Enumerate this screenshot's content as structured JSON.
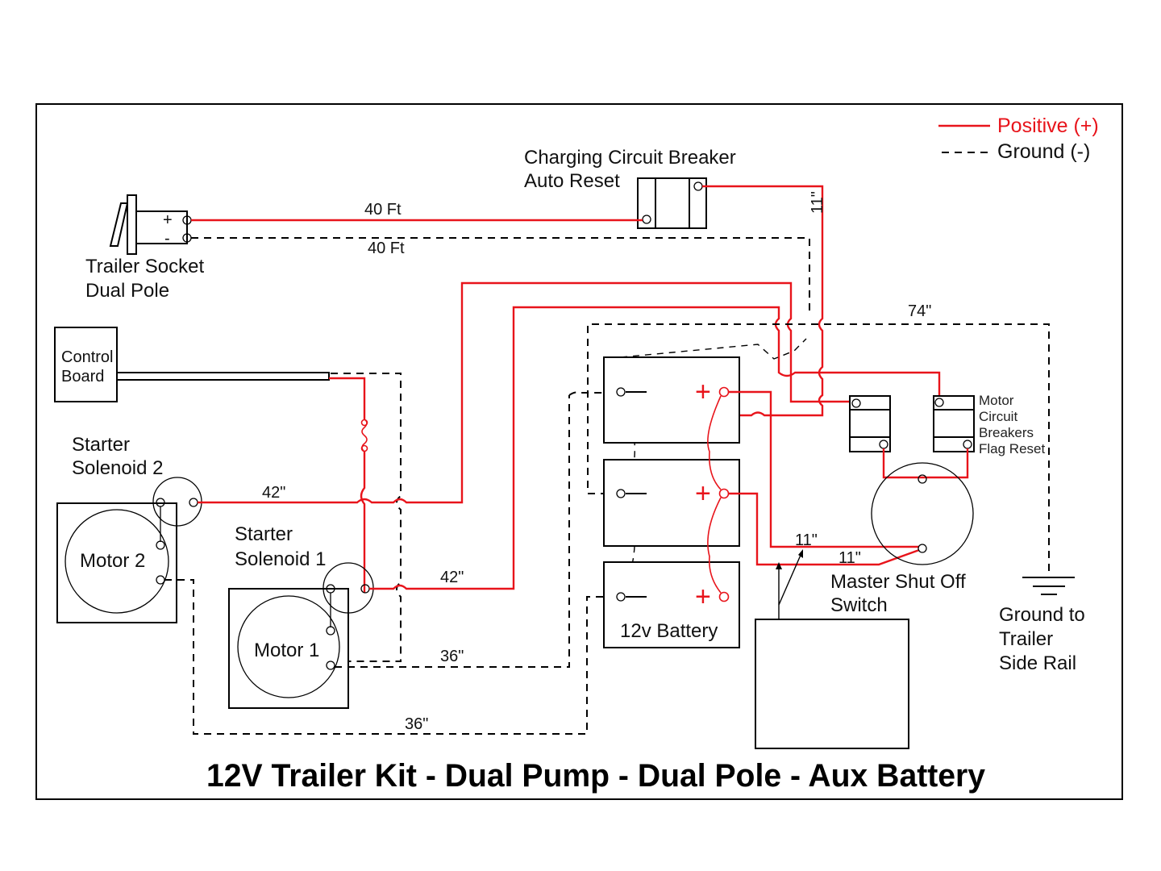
{
  "title": "12V Trailer Kit - Dual Pump - Dual Pole - Aux Battery",
  "legend": {
    "positive_label": "Positive (+)",
    "ground_label": "Ground (-)",
    "positive_color": "#e8141b",
    "ground_color": "#000000"
  },
  "components": {
    "trailer_socket": {
      "line1": "Trailer Socket",
      "line2": "Dual Pole",
      "plus": "+",
      "minus": "-"
    },
    "charging_breaker": {
      "line1": "Charging Circuit Breaker",
      "line2": "Auto Reset"
    },
    "control_board": {
      "line1": "Control",
      "line2": "Board"
    },
    "starter_solenoid_2": {
      "line1": "Starter",
      "line2": "Solenoid 2"
    },
    "starter_solenoid_1": {
      "line1": "Starter",
      "line2": "Solenoid 1"
    },
    "motor_2": {
      "label": "Motor 2"
    },
    "motor_1": {
      "label": "Motor 1"
    },
    "battery": {
      "label": "12v Battery",
      "count": 3,
      "plus": "+"
    },
    "motor_breakers": {
      "line1": "Motor",
      "line2": "Circuit",
      "line3": "Breakers",
      "line4": "Flag Reset"
    },
    "master_switch": {
      "line1": "Master Shut Off",
      "line2": "Switch"
    },
    "ground_rail": {
      "line1": "Ground to",
      "line2": "Trailer",
      "line3": "Side Rail"
    }
  },
  "wire_lengths": {
    "socket_positive": "40 Ft",
    "socket_ground": "40 Ft",
    "breaker_lead": "11\"",
    "ground_rail_run": "74\"",
    "solenoid_2_positive": "42\"",
    "solenoid_1_positive": "42\"",
    "motor_1_ground": "36\"",
    "motor_2_ground": "36\"",
    "switch_lead_upper": "11\"",
    "switch_lead_lower": "11\""
  }
}
